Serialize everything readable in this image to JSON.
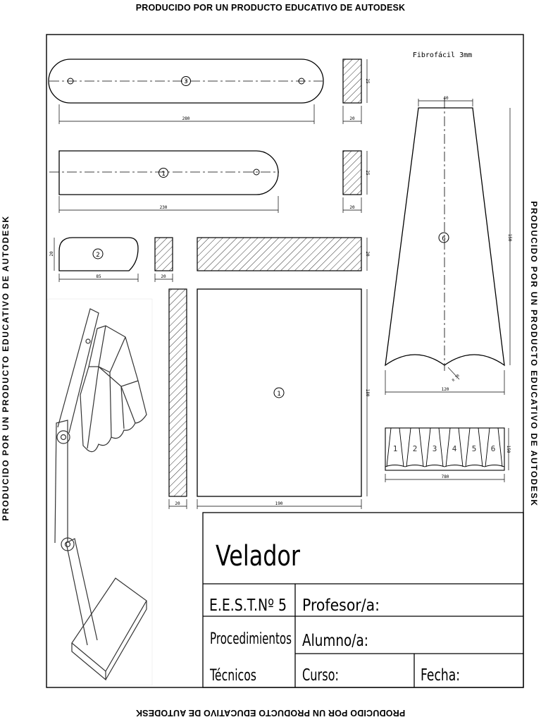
{
  "watermark": "PRODUCIDO POR UN PRODUCTO EDUCATIVO DE AUTODESK",
  "parts": {
    "p3": {
      "num": "3",
      "length": "280",
      "thick_w": "20",
      "thick_h": "25"
    },
    "p1": {
      "num": "1",
      "length": "230",
      "thick_w": "20",
      "thick_h": "25"
    },
    "p2": {
      "num": "2",
      "length": "85",
      "height": "20",
      "thick_w": "20"
    },
    "base_side": {
      "height": "20"
    },
    "base": {
      "num": "1",
      "width": "190",
      "height": "180",
      "thick": "20"
    },
    "p6": {
      "num": "6",
      "material": "Fibrofácil 3mm",
      "top": "40",
      "height": "150",
      "bottom": "120",
      "radius": "R 30"
    },
    "strip": {
      "labels": [
        "1",
        "2",
        "3",
        "4",
        "5",
        "6"
      ],
      "length": "780",
      "height": "150"
    }
  },
  "title_block": {
    "title": "Velador",
    "school": "E.E.S.T.Nº 5",
    "subject_line1": "Procedimientos",
    "subject_line2": "Técnicos",
    "teacher": "Profesor/a:",
    "student": "Alumno/a:",
    "course": "Curso:",
    "date": "Fecha:"
  }
}
